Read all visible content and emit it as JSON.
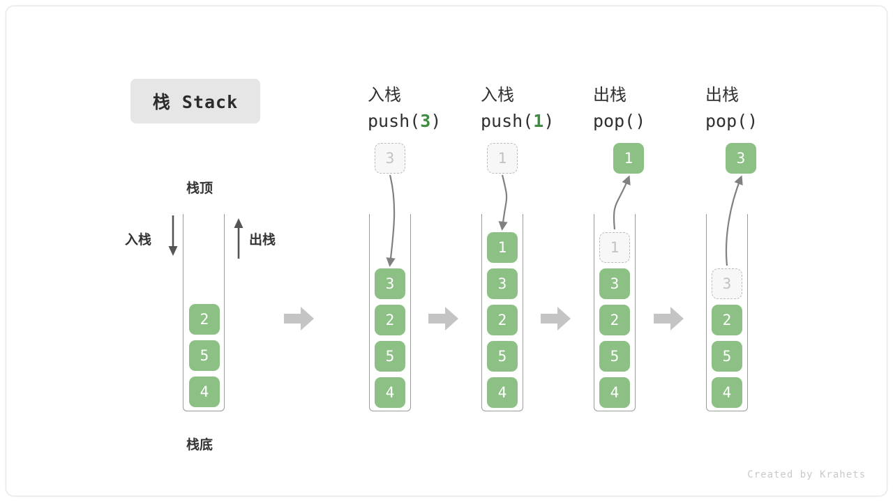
{
  "title_badge": {
    "label": "栈 Stack"
  },
  "footer": {
    "credit": "Created by Krahets"
  },
  "colors": {
    "cell_fill": "#8cc084",
    "cell_text": "#ffffff",
    "ghost_fill": "#f7f7f7",
    "ghost_border": "#bcbcbc",
    "ghost_text": "#c2c2c2",
    "accent_green": "#3d8c40",
    "arrow_gray": "#808080",
    "block_arrow_gray": "#c4c4c4",
    "badge_bg": "#e6e6e6",
    "container_border": "#9a9a9a"
  },
  "initial_stack": {
    "top_label": "栈顶",
    "bottom_label": "栈底",
    "push_label": "入栈",
    "pop_label": "出栈",
    "cells": [
      "2",
      "5",
      "4"
    ]
  },
  "steps": [
    {
      "id": "push-3",
      "op_cn": "入栈",
      "op_code_prefix": "push(",
      "op_code_arg": "3",
      "op_code_suffix": ")",
      "incoming_value": "3",
      "incoming_state": "ghost",
      "cells": [
        {
          "value": "3",
          "state": "filled"
        },
        {
          "value": "2",
          "state": "filled"
        },
        {
          "value": "5",
          "state": "filled"
        },
        {
          "value": "4",
          "state": "filled"
        }
      ]
    },
    {
      "id": "push-1",
      "op_cn": "入栈",
      "op_code_prefix": "push(",
      "op_code_arg": "1",
      "op_code_suffix": ")",
      "incoming_value": "1",
      "incoming_state": "ghost",
      "cells": [
        {
          "value": "1",
          "state": "filled"
        },
        {
          "value": "3",
          "state": "filled"
        },
        {
          "value": "2",
          "state": "filled"
        },
        {
          "value": "5",
          "state": "filled"
        },
        {
          "value": "4",
          "state": "filled"
        }
      ]
    },
    {
      "id": "pop-1",
      "op_cn": "出栈",
      "op_code_prefix": "pop(",
      "op_code_arg": "",
      "op_code_suffix": ")",
      "incoming_value": "1",
      "incoming_state": "filled",
      "cells": [
        {
          "value": "1",
          "state": "ghost"
        },
        {
          "value": "3",
          "state": "filled"
        },
        {
          "value": "2",
          "state": "filled"
        },
        {
          "value": "5",
          "state": "filled"
        },
        {
          "value": "4",
          "state": "filled"
        }
      ]
    },
    {
      "id": "pop-3",
      "op_cn": "出栈",
      "op_code_prefix": "pop(",
      "op_code_arg": "",
      "op_code_suffix": ")",
      "incoming_value": "3",
      "incoming_state": "filled",
      "cells": [
        {
          "value": "3",
          "state": "ghost"
        },
        {
          "value": "2",
          "state": "filled"
        },
        {
          "value": "5",
          "state": "filled"
        },
        {
          "value": "4",
          "state": "filled"
        }
      ]
    }
  ]
}
